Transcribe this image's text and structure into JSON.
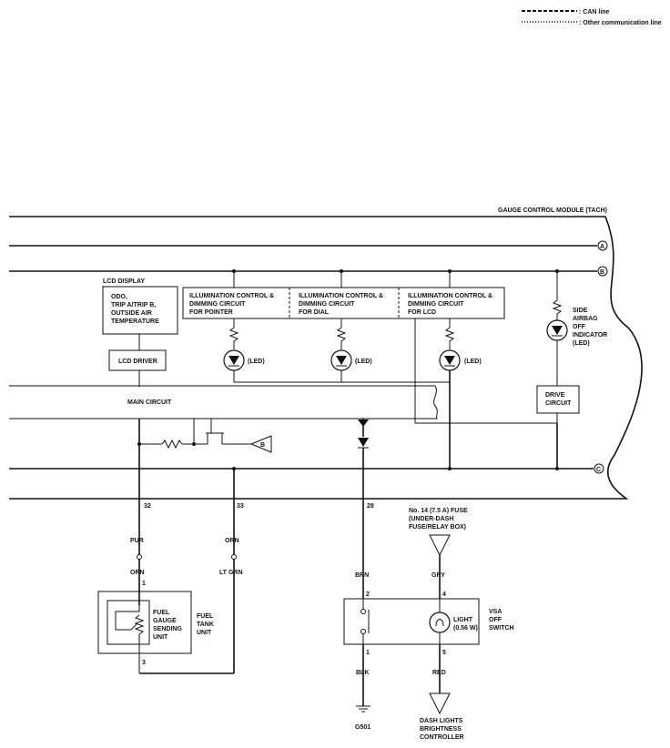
{
  "legend": {
    "can": ": CAN line",
    "other": ": Other communication line"
  },
  "module": {
    "title": "GAUGE CONTROL MODULE (TACH)"
  },
  "connectors": {
    "a": "A",
    "b": "B",
    "c": "C",
    "b_ref": "B"
  },
  "lcd": {
    "title": "LCD DISPLAY",
    "box_lines": [
      "ODO,",
      "TRIP A/TRIP B,",
      "OUTSIDE AIR",
      "TEMPERATURE"
    ],
    "driver": "LCD DRIVER"
  },
  "illumination": [
    {
      "lines": [
        "ILLUMINATION CONTROL &",
        "DIMMING CIRCUIT",
        "FOR POINTER"
      ],
      "led": "(LED)"
    },
    {
      "lines": [
        "ILLUMINATION CONTROL &",
        "DIMMING CIRCUIT",
        "FOR DIAL"
      ],
      "led": "(LED)"
    },
    {
      "lines": [
        "ILLUMINATION CONTROL &",
        "DIMMING CIRCUIT",
        "FOR LCD"
      ],
      "led": "(LED)"
    }
  ],
  "side_airbag": {
    "lines": [
      "SIDE",
      "AIRBAG",
      "OFF",
      "INDICATOR",
      "(LED)"
    ]
  },
  "drive_circuit": {
    "lines": [
      "DRIVE",
      "CIRCUIT"
    ]
  },
  "main_circuit": "MAIN CIRCUIT",
  "pins": {
    "p32": "32",
    "p33": "33",
    "p28": "28"
  },
  "wires": {
    "pur": "PUR",
    "orn1": "ORN",
    "orn2": "ORN",
    "ltgrn": "LT GRN",
    "brn": "BRN",
    "gry": "GRY",
    "blk": "BLK",
    "red": "RED"
  },
  "fuel": {
    "pin1": "1",
    "pin3": "3",
    "gauge_lines": [
      "FUEL",
      "GAUGE",
      "SENDING",
      "UNIT"
    ],
    "tank_lines": [
      "FUEL",
      "TANK",
      "UNIT"
    ]
  },
  "fuse": {
    "lines": [
      "No. 14 (7.5 A) FUSE",
      "(UNDER-DASH",
      "FUSE/RELAY BOX)"
    ]
  },
  "vsa": {
    "pin2": "2",
    "pin4": "4",
    "pin1": "1",
    "pin5": "5",
    "light_lines": [
      "LIGHT",
      "(0.56 W)"
    ],
    "switch_lines": [
      "VSA",
      "OFF",
      "SWITCH"
    ]
  },
  "ground": "G501",
  "dash": {
    "lines": [
      "DASH LIGHTS",
      "BRIGHTNESS",
      "CONTROLLER"
    ]
  }
}
